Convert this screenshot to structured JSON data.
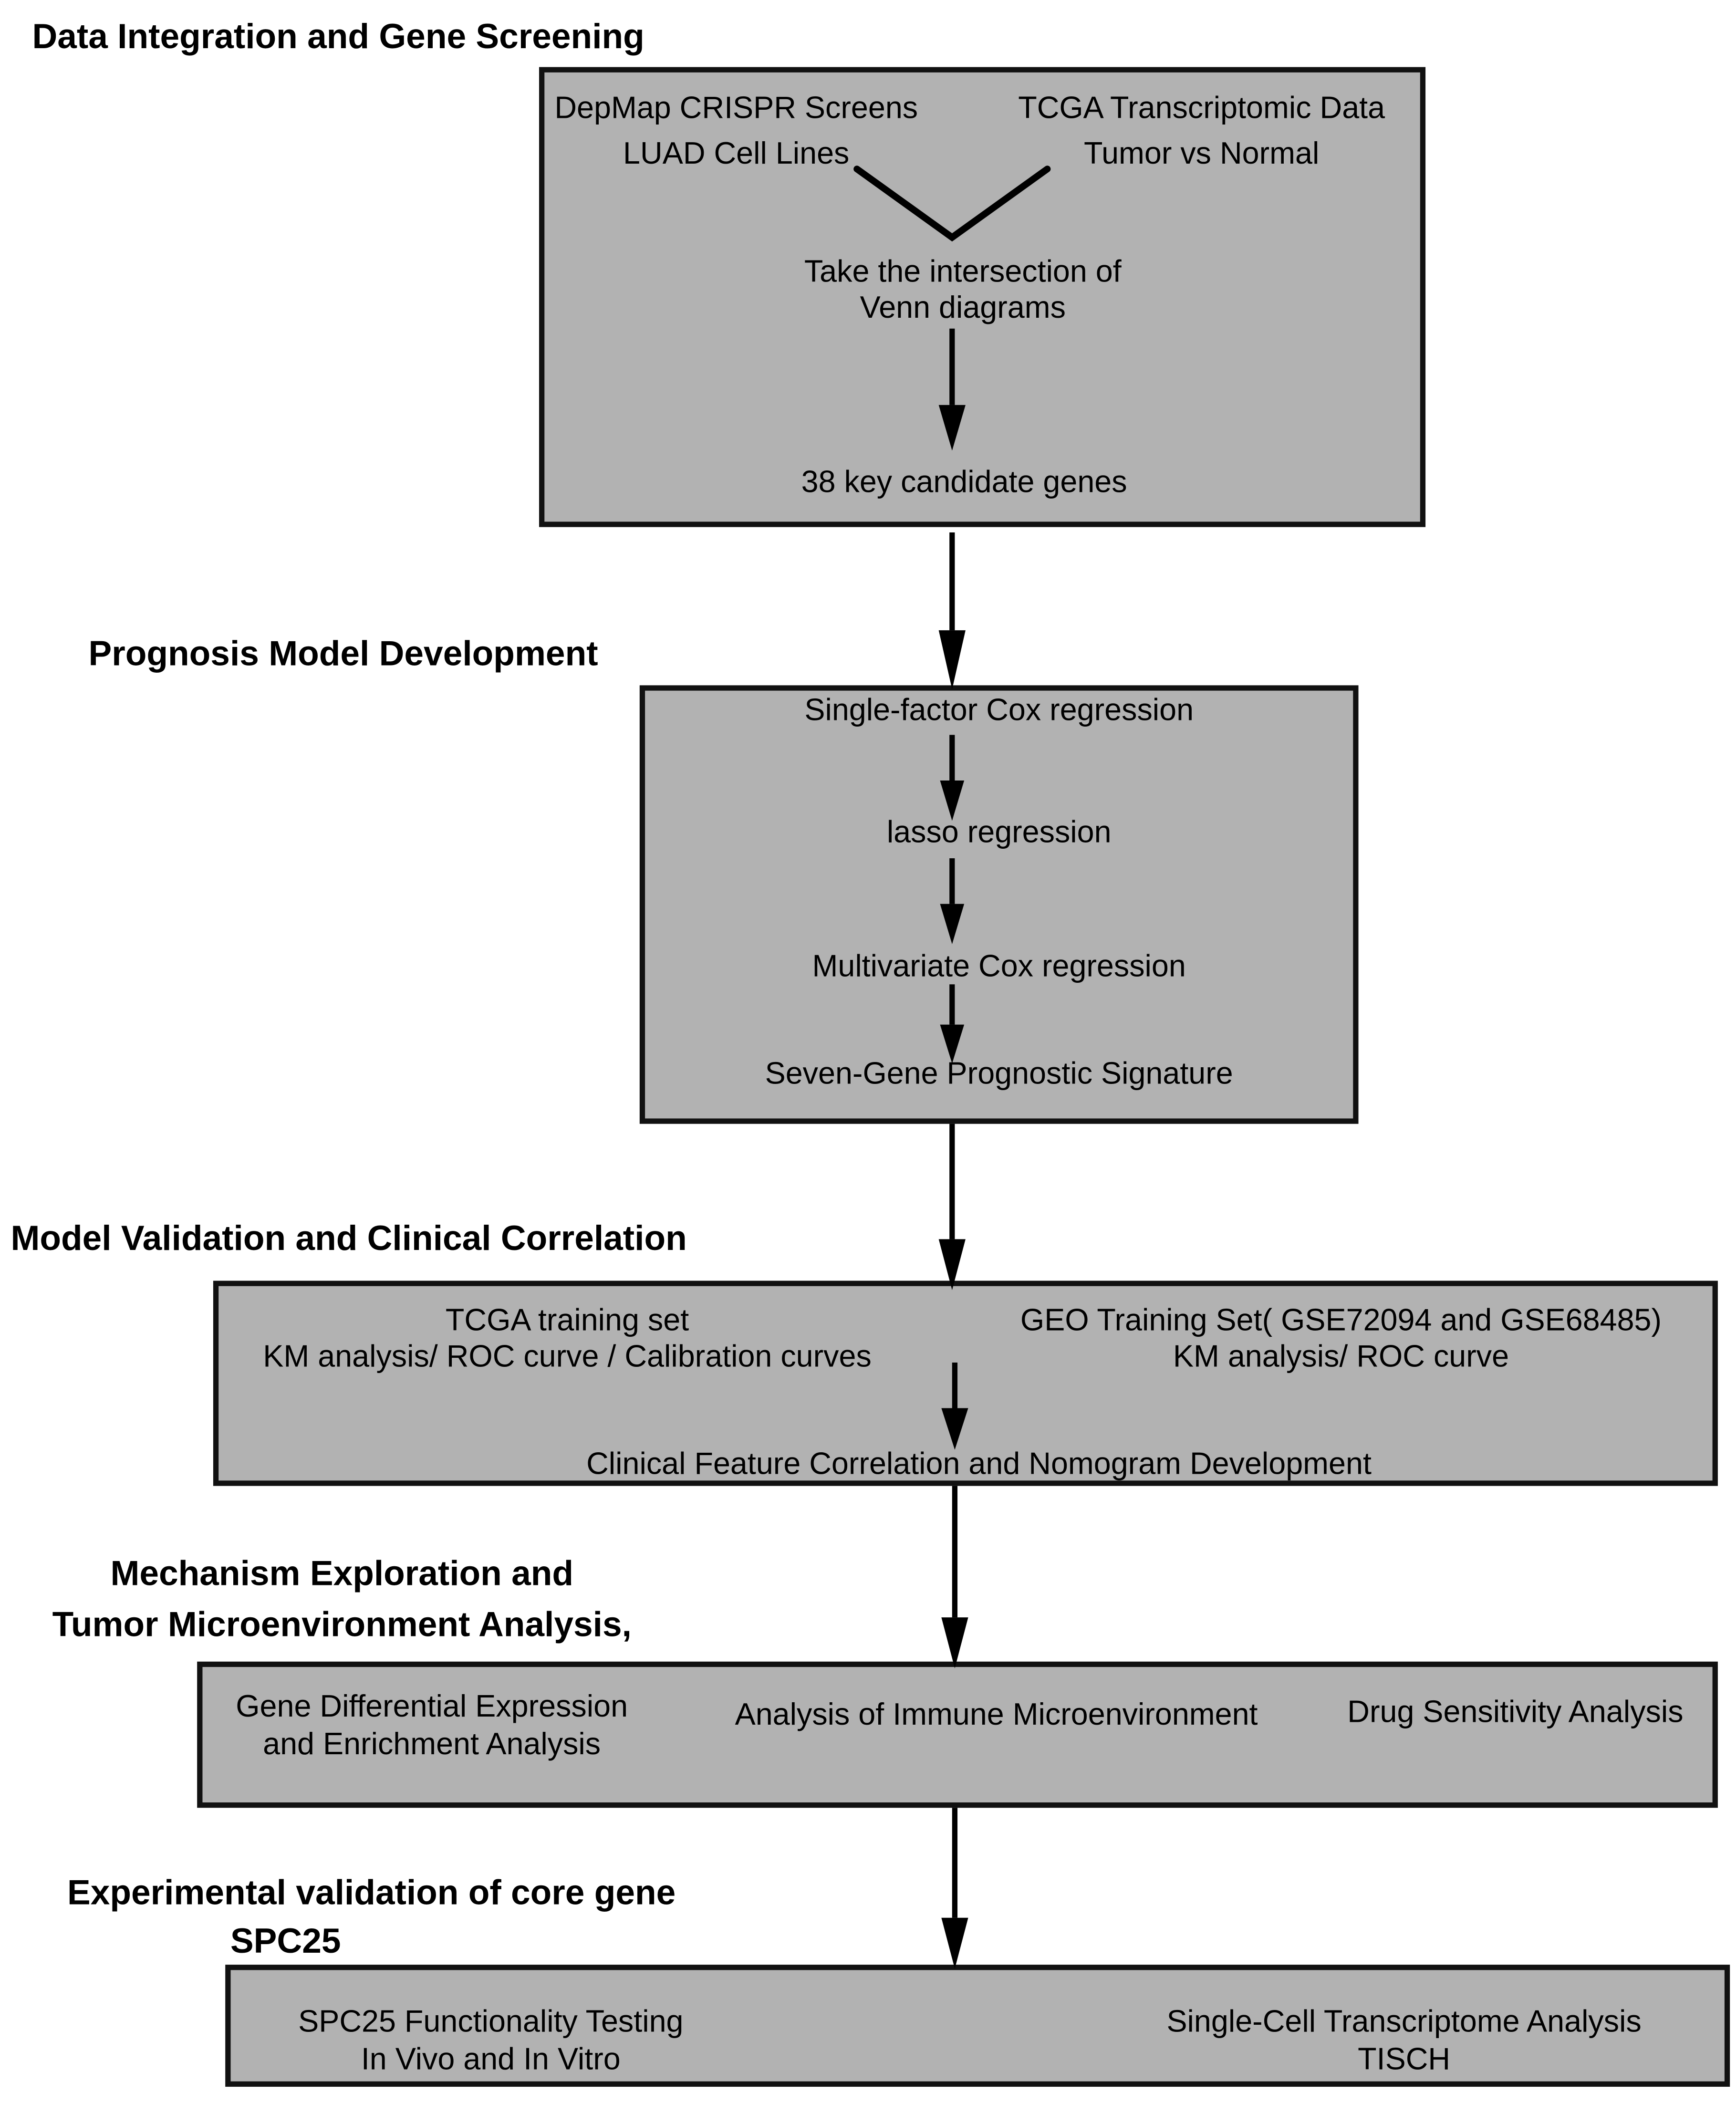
{
  "page": {
    "background_color": "#ffffff",
    "box_fill_color": "#b2b2b2",
    "box_border_color": "#111111",
    "text_color": "#000000",
    "arrow_color": "#000000"
  },
  "sections": {
    "s1": {
      "title": "Data Integration and Gene Screening"
    },
    "s2": {
      "title": "Prognosis Model Development"
    },
    "s3": {
      "title": "Model Validation and Clinical Correlation"
    },
    "s4": {
      "title_line1": "Mechanism Exploration and",
      "title_line2": "Tumor Microenvironment Analysis,"
    },
    "s5": {
      "title_line1": "Experimental validation of core gene",
      "title_line2": "SPC25"
    }
  },
  "box1": {
    "source_left": {
      "line1": "DepMap CRISPR Screens",
      "line2": "LUAD Cell Lines"
    },
    "source_right": {
      "line1": "TCGA Transcriptomic Data",
      "line2": "Tumor vs Normal"
    },
    "merge": {
      "line1": "Take the intersection of",
      "line2": "Venn diagrams"
    },
    "result": "38 key candidate genes"
  },
  "box2": {
    "step1": "Single-factor Cox regression",
    "step2": "lasso regression",
    "step3": "Multivariate Cox regression",
    "step4": "Seven-Gene Prognostic Signature"
  },
  "box3": {
    "left": {
      "line1": "TCGA training set",
      "line2": "KM analysis/ ROC curve / Calibration curves"
    },
    "right": {
      "line1": "GEO Training Set( GSE72094 and GSE68485)",
      "line2": "KM analysis/ ROC curve"
    },
    "bottom": "Clinical Feature Correlation and Nomogram Development"
  },
  "box4": {
    "left": {
      "line1": "Gene Differential Expression",
      "line2": "and Enrichment Analysis"
    },
    "middle": "Analysis of Immune Microenvironment",
    "right": "Drug Sensitivity Analysis"
  },
  "box5": {
    "left": {
      "line1": "SPC25 Functionality Testing",
      "line2": "In Vivo and In Vitro"
    },
    "right": {
      "line1": "Single-Cell Transcriptome Analysis",
      "line2": "TISCH"
    }
  }
}
